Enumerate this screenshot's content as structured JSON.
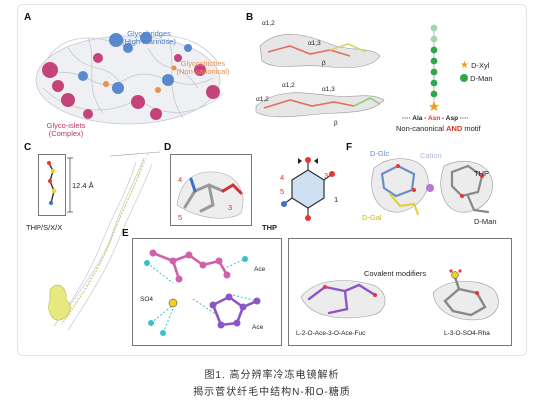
{
  "panels": {
    "A": {
      "label": "A",
      "glycobridges": "Glycobridges",
      "glycobridges_sub": "(High-mannose)",
      "glycostitches": "Glycostitches",
      "glycostitches_sub": "(Non-canonical)",
      "glycoislets": "Glyco-islets",
      "glycoislets_sub": "(Complex)",
      "colors": {
        "bridge": "#4a7fc8",
        "stitch": "#e8914a",
        "islet": "#c2306e",
        "protein": "#cfd3dc"
      }
    },
    "B": {
      "label": "B",
      "alpha12_a": "α1,2",
      "alpha13_a": "α1,3",
      "beta_a": "β",
      "alpha12_b": "α1,2",
      "alpha13_b": "α1,3",
      "alpha12_c": "α1,2",
      "beta_b": "β",
      "legend_xyl": "D-Xyl",
      "legend_man": "D-Man",
      "motif_ala": "Ala",
      "motif_asn": "Asn",
      "motif_asp": "Asp",
      "motif_sep": "-",
      "motif_prefix": "····",
      "motif_suffix": "····",
      "motif_caption_pre": "Non-canonical ",
      "motif_caption_and": "AND",
      "motif_caption_post": " motif",
      "colors": {
        "xyl": "#f0a020",
        "man": "#2fa84a",
        "man_light": "#9fd8a6",
        "and": "#d23a2a"
      }
    },
    "C": {
      "label": "C",
      "distance": "12.4 Å",
      "caption": "THP/S/X/X"
    },
    "D": {
      "label": "D",
      "n4": "4",
      "n5": "5",
      "n3": "3",
      "n4b": "4",
      "n3b": "3",
      "n5b": "5",
      "n1": "1",
      "thp": "THP"
    },
    "E": {
      "label": "E",
      "ace1": "Ace",
      "so4": "SO4",
      "ace2": "Ace",
      "covalent": "Covalent modifiers",
      "mod1": "L-2-O-Ace-3-O-Ace-Fuc",
      "mod2": "L-3-O-SO4-Rha"
    },
    "F": {
      "label": "F",
      "dglc": "D-Glc",
      "cation": "Cation",
      "thp": "THP",
      "dgal": "D-Gal",
      "dman": "D-Man"
    }
  },
  "caption": {
    "line1": "图1. 高分辨率冷冻电镜解析",
    "line2": "揭示菅状纤毛中结构N-和O-糖质"
  }
}
